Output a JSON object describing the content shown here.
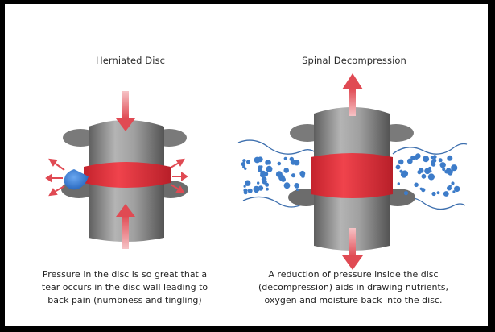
{
  "left_panel": {
    "title": "Herniated Disc",
    "caption_lines": [
      "Pressure in the disc is so great that a",
      "tear occurs in the disc wall leading to",
      "back pain (numbness and tingling)"
    ]
  },
  "right_panel": {
    "title": "Spinal Decompression",
    "caption_lines": [
      "A reduction of pressure inside the disc",
      "(decompression) aids in drawing nutrients,",
      "oxygen and moisture back into the disc."
    ]
  },
  "colors": {
    "background": "#ffffff",
    "frame": "#000000",
    "arrow": "#e04a53",
    "disc": "#e8323c",
    "bone": "#8e8e8e",
    "herniation": "#2f6fc4",
    "nutrient": "#3d7cc9"
  }
}
